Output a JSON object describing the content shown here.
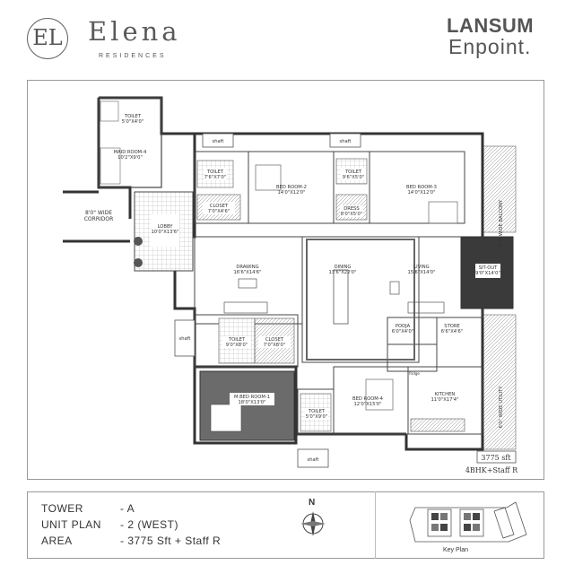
{
  "brand": {
    "monogram": "EL",
    "name": "Elena",
    "subtitle": "RESIDENCES"
  },
  "developer": {
    "name": "LANSUM",
    "sub": "Enpoint."
  },
  "plan": {
    "area_badge": "3775 sft",
    "config": "4BHK+Staff R",
    "rooms": {
      "toilet_staff": "TOILET\n5'0\"X4'0\"",
      "maid_room": "MAID ROOM-4\n10'2\"X9'0\"",
      "corridor": "8'0\" WIDE\nCORRIDOR",
      "lobby": "LOBBY\n10'0\"X13'6\"",
      "toilet_2": "TOILET\n7'6\"X7'0\"",
      "closet_2": "CLOSET\n7'0\"X4'6\"",
      "bedroom_2": "BED ROOM-2\n14'0\"X12'0\"",
      "toilet_3": "TOILET\n9'6\"X5'0\"",
      "dress_3": "DRESS\n8'0\"X5'0\"",
      "bedroom_3": "BED ROOM-3\n14'0\"X12'0\"",
      "drawing": "DRAWING\n16'6\"X14'6\"",
      "dining": "DINING\n13'6\"X22'0\"",
      "living": "LIVING\n15'6\"X14'0\"",
      "sitout": "SIT-OUT\n9'0\"X14'0\"",
      "balcony_top": "6'0\" WIDE BALCONY",
      "balcony_right": "6'0\" WIDE UTILITY",
      "pooja": "POOJA\n6'0\"X4'0\"",
      "store": "STORE\n6'6\"X4'6\"",
      "toilet_m": "TOILET\n9'0\"X8'0\"",
      "closet_m": "CLOSET\n7'0\"X8'0\"",
      "master_bedroom": "M.BED ROOM-1\n18'0\"X13'0\"",
      "toilet_4": "TOILET\n5'0\"X9'0\"",
      "bedroom_4": "BED ROOM-4\n12'0\"X15'0\"",
      "kitchen": "KITCHEN\n11'0\"X17'4\"",
      "shaft": "shaft",
      "fridge": "fridge"
    }
  },
  "info": {
    "rows": [
      {
        "label": "TOWER",
        "value": "- A"
      },
      {
        "label": "UNIT PLAN",
        "value": "- 2 (WEST)"
      },
      {
        "label": "AREA",
        "value": "- 3775 Sft + Staff R"
      }
    ],
    "compass": "N",
    "key_plan_label": "Key Plan"
  }
}
